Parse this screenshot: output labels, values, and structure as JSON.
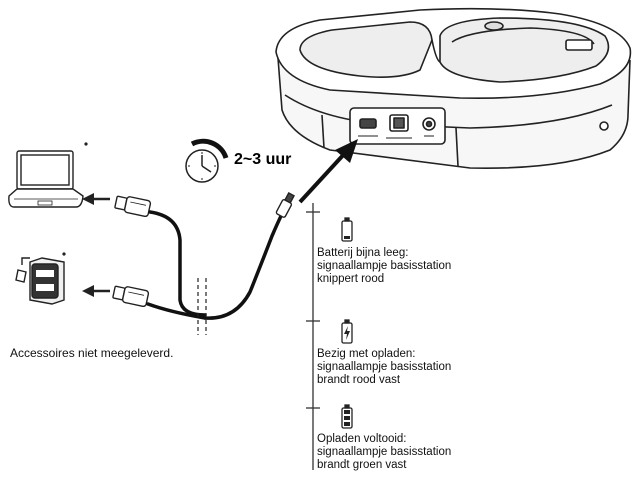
{
  "duration_label": "2~3 uur",
  "note": "Accessoires niet meegeleverd.",
  "steps": [
    {
      "icon": "battery-low-icon",
      "lines": [
        "Batterij bijna leeg:",
        "signaallampje basisstation",
        "knippert rood"
      ]
    },
    {
      "icon": "battery-charging-icon",
      "lines": [
        "Bezig met opladen:",
        "signaallampje basisstation",
        "brandt rood vast"
      ]
    },
    {
      "icon": "battery-full-icon",
      "lines": [
        "Opladen voltooid:",
        "signaallampje basisstation",
        "brandt groen vast"
      ]
    }
  ]
}
